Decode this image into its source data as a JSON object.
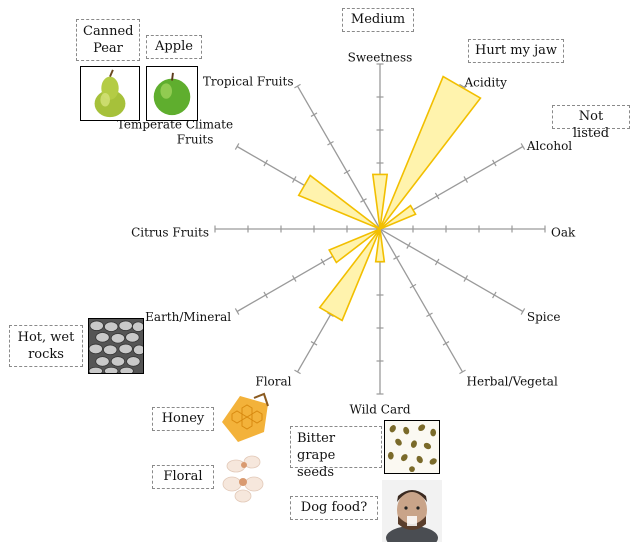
{
  "chart_data": {
    "type": "radar-bar",
    "categories": [
      "Sweetness",
      "Acidity",
      "Alcohol",
      "Oak",
      "Spice",
      "Herbal/Vegetal",
      "Wild Card",
      "Floral",
      "Earth/Mineral",
      "Citrus Fruits",
      "Temperate Climate Fruits",
      "Tropical Fruits"
    ],
    "values": [
      1.0,
      3.0,
      0.7,
      0.0,
      0.0,
      0.0,
      0.6,
      1.8,
      1.0,
      0.0,
      1.6,
      0.0
    ],
    "rmax": 3.0,
    "ticks_per_axis": 5,
    "fill_color": "#fff3ad",
    "stroke_color": "#f2bf00",
    "axis_color": "#9a9a9a"
  },
  "annotations": {
    "medium": "Medium",
    "hurt_my_jaw": "Hurt my jaw",
    "not_listed": "Not listed",
    "canned_pear": "Canned Pear",
    "apple": "Apple",
    "hot_wet_rocks": "Hot, wet rocks",
    "honey": "Honey",
    "floral": "Floral",
    "bitter_grape_seeds": "Bitter grape seeds",
    "dog_food": "Dog food?"
  },
  "icons": [
    "pear-photo-icon",
    "apple-photo-icon",
    "rocks-photo-icon",
    "honeycomb-photo-icon",
    "orchid-photo-icon",
    "grape-seeds-photo-icon",
    "disgusted-man-photo-icon"
  ]
}
